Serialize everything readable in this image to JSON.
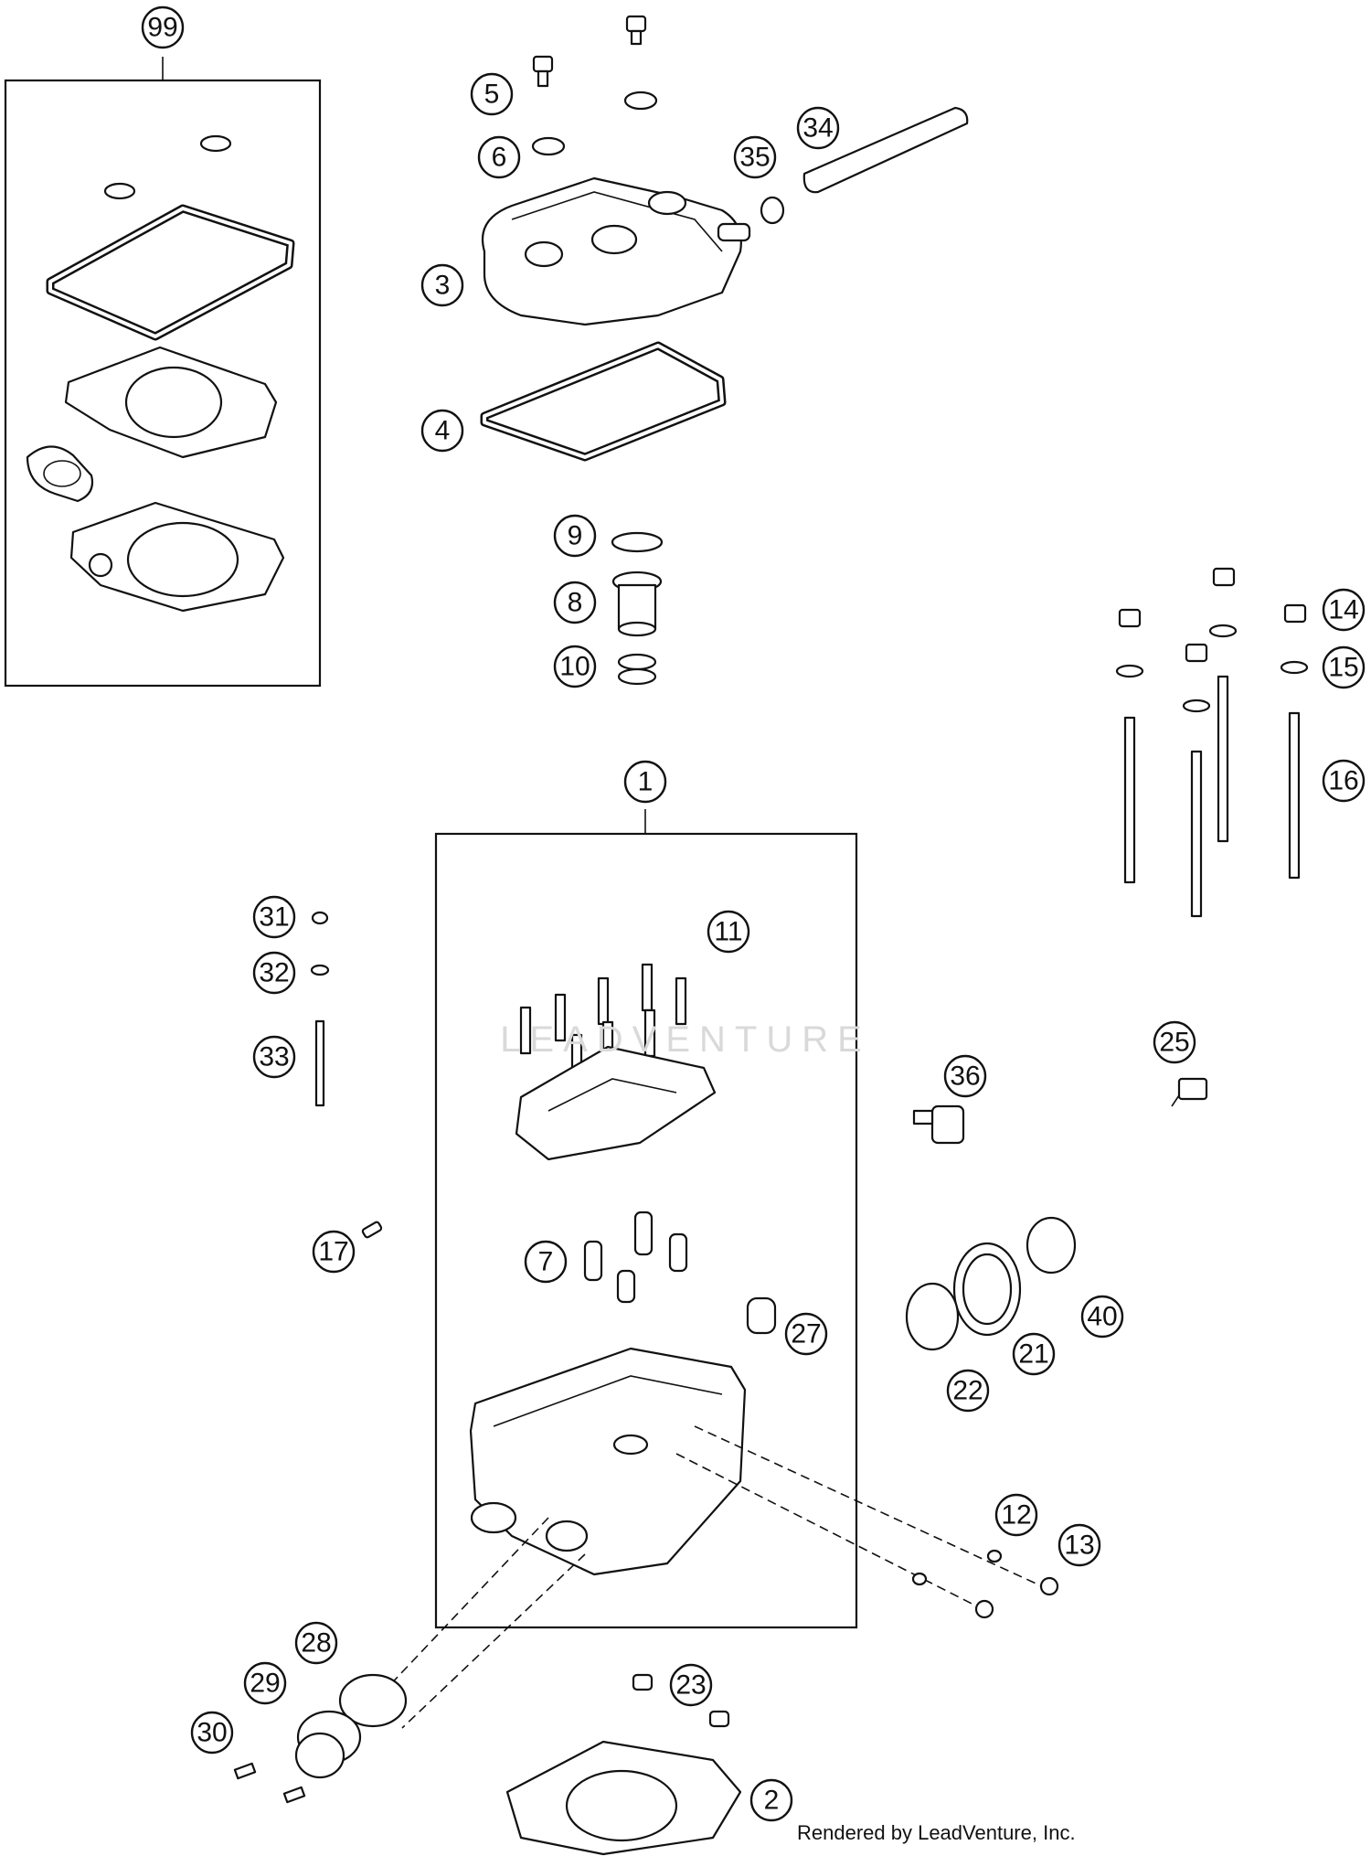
{
  "watermark": "LEADVENTURE",
  "credit": "Rendered by LeadVenture, Inc.",
  "callouts": [
    "99",
    "5",
    "6",
    "35",
    "34",
    "3",
    "4",
    "9",
    "8",
    "10",
    "14",
    "15",
    "16",
    "1",
    "11",
    "31",
    "32",
    "33",
    "25",
    "36",
    "17",
    "7",
    "27",
    "40",
    "21",
    "22",
    "12",
    "13",
    "28",
    "29",
    "30",
    "23",
    "2"
  ]
}
